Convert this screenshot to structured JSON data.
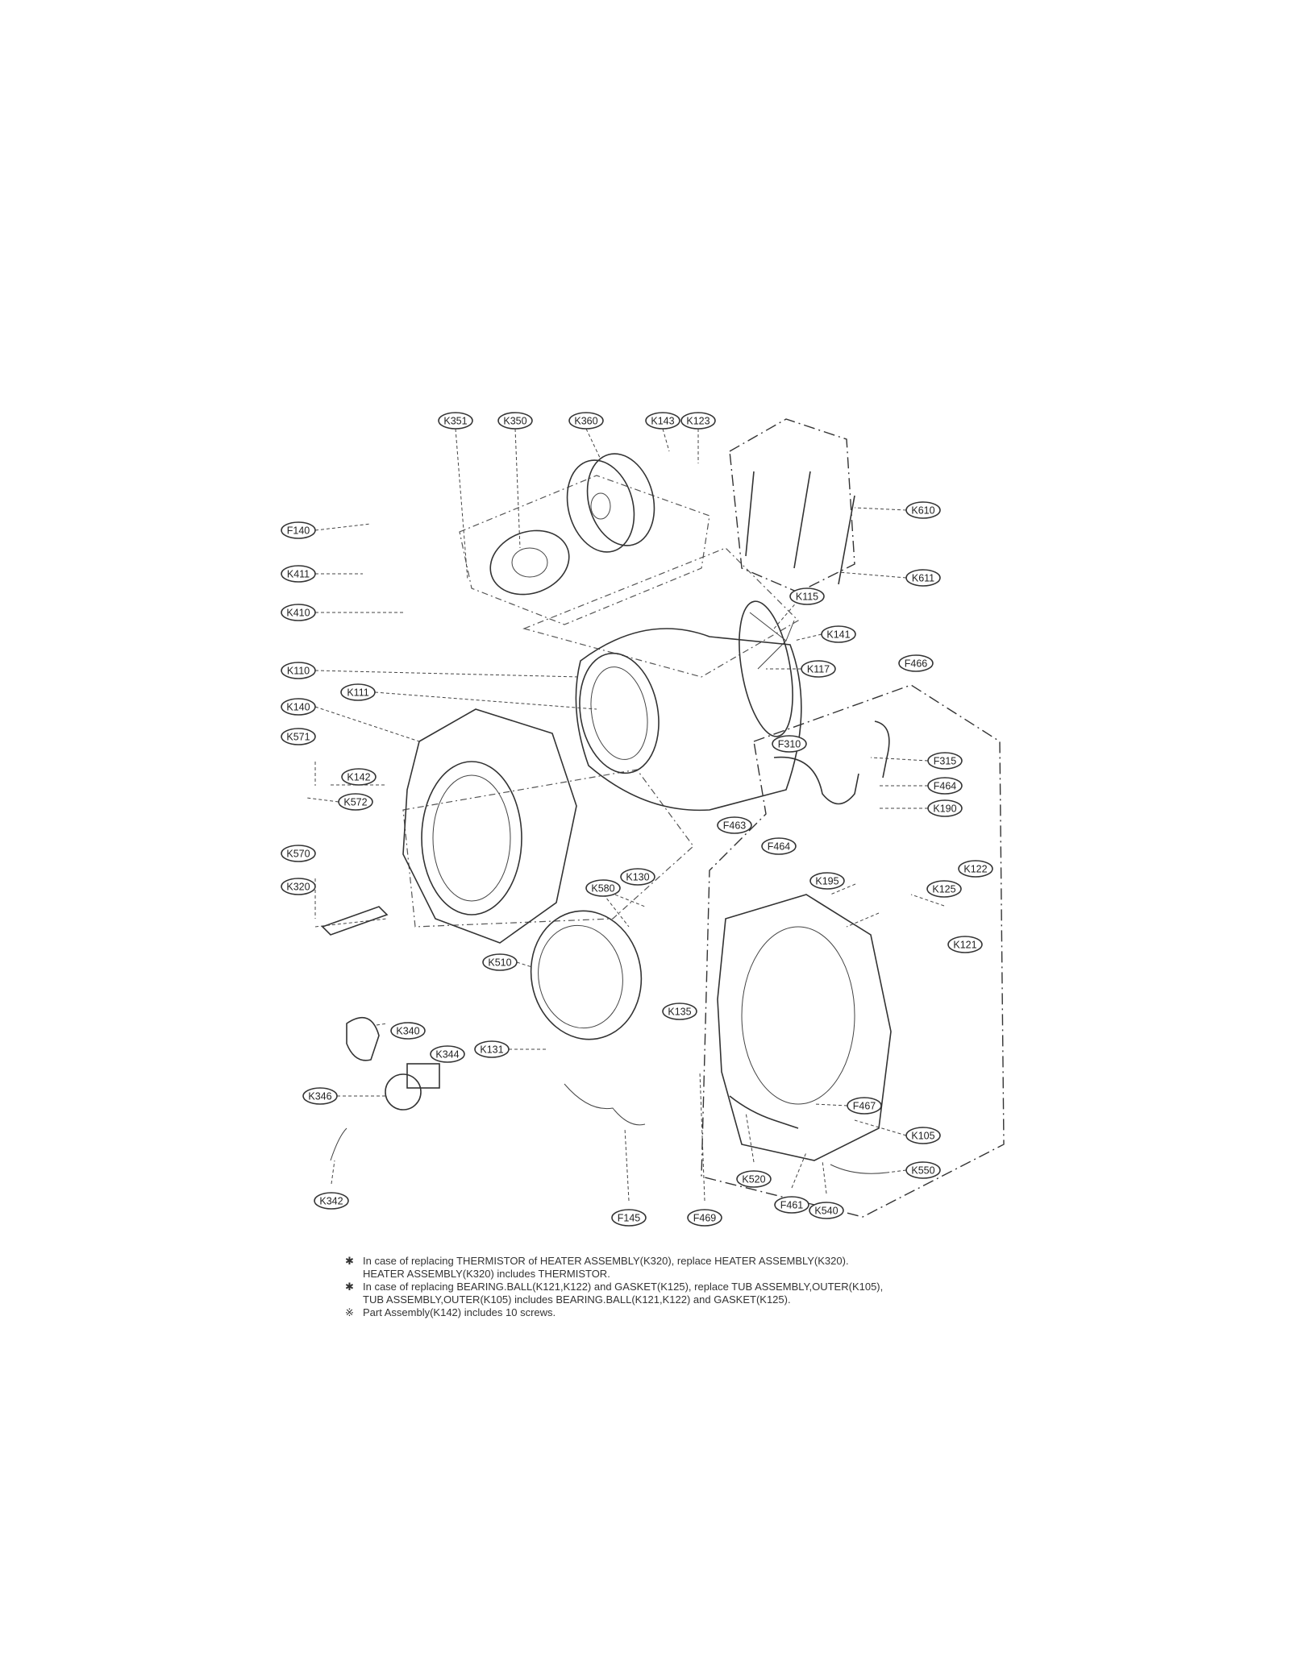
{
  "labels": {
    "K351": "K351",
    "K350": "K350",
    "K360": "K360",
    "K143": "K143",
    "K123": "K123",
    "F140": "F140",
    "K411": "K411",
    "K410": "K410",
    "K610": "K610",
    "K611": "K611",
    "K115": "K115",
    "K141": "K141",
    "K117": "K117",
    "K110": "K110",
    "K111": "K111",
    "F466": "F466",
    "K140": "K140",
    "K571": "K571",
    "K142": "K142",
    "K572": "K572",
    "K570": "K570",
    "F310": "F310",
    "F315": "F315",
    "F464a": "F464",
    "K190": "K190",
    "F463": "F463",
    "F464b": "F464",
    "K195": "K195",
    "K122": "K122",
    "K125": "K125",
    "K121": "K121",
    "K320": "K320",
    "K580": "K580",
    "K130": "K130",
    "K510": "K510",
    "K135": "K135",
    "K340": "K340",
    "K344": "K344",
    "K131": "K131",
    "K346": "K346",
    "F467": "F467",
    "K105": "K105",
    "K520": "K520",
    "F461": "F461",
    "K550": "K550",
    "K540": "K540",
    "K342": "K342",
    "F145": "F145",
    "F469": "F469"
  },
  "notes": [
    {
      "symbol": "✱",
      "line1": "In case of replacing THERMISTOR of HEATER ASSEMBLY(K320), replace HEATER ASSEMBLY(K320).",
      "line2": "HEATER ASSEMBLY(K320) includes THERMISTOR."
    },
    {
      "symbol": "✱",
      "line1": "In case of replacing BEARING.BALL(K121,K122) and GASKET(K125), replace TUB ASSEMBLY,OUTER(K105),",
      "line2": "TUB ASSEMBLY,OUTER(K105) includes BEARING.BALL(K121,K122) and GASKET(K125)."
    },
    {
      "symbol": "※",
      "line1": "Part Assembly(K142) includes 10 screws.",
      "line2": ""
    }
  ]
}
